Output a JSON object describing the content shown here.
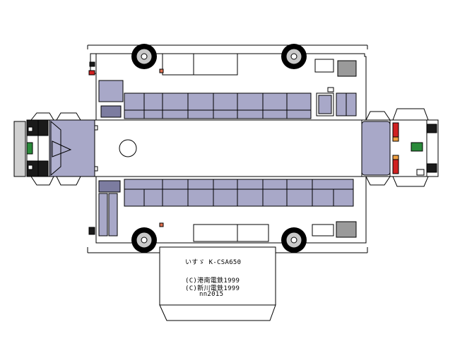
{
  "sheet": {
    "model_line": "いすゞ K-CSA650",
    "credit_1": "(C)港南電鉄1999",
    "credit_2": "(C)新川電鉄1999",
    "credit_3": "nn2015"
  },
  "colors": {
    "body": "#ffffff",
    "outline": "#000000",
    "window": "#a8a8c8",
    "window_dark": "#7c7ca0",
    "glass": "#b0b0d0",
    "grille": "#9a9a9a",
    "tail_light": "#d02020",
    "turn_signal": "#f0a040",
    "marker": "#e07050",
    "tire": "#000000",
    "hub": "#c8c8c8",
    "plate": "#2a8a3a",
    "bumper": "#1a1a1a"
  },
  "icons": {
    "wheel": "wheel-icon",
    "hatch": "roof-hatch-icon",
    "plate": "license-plate-icon"
  }
}
